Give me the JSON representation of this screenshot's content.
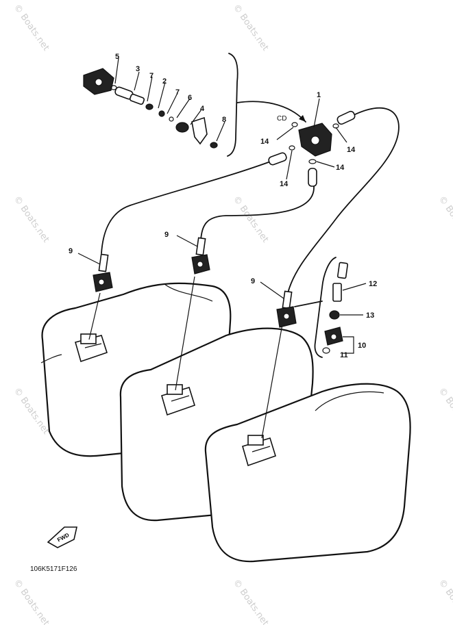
{
  "diagram_code": "106K5171F126",
  "watermark": "© Boats.net",
  "callouts": [
    {
      "id": "c1",
      "text": "1"
    },
    {
      "id": "c2",
      "text": "2"
    },
    {
      "id": "c3",
      "text": "3"
    },
    {
      "id": "c4",
      "text": "4"
    },
    {
      "id": "c5",
      "text": "5"
    },
    {
      "id": "c6",
      "text": "6"
    },
    {
      "id": "c7a",
      "text": "7"
    },
    {
      "id": "c7b",
      "text": "7"
    },
    {
      "id": "c8",
      "text": "8"
    },
    {
      "id": "c9a",
      "text": "9"
    },
    {
      "id": "c9b",
      "text": "9"
    },
    {
      "id": "c9c",
      "text": "9"
    },
    {
      "id": "c10",
      "text": "10"
    },
    {
      "id": "c11",
      "text": "11"
    },
    {
      "id": "c12",
      "text": "12"
    },
    {
      "id": "c13",
      "text": "13"
    },
    {
      "id": "c14a",
      "text": "14"
    },
    {
      "id": "c14b",
      "text": "14"
    },
    {
      "id": "c14c",
      "text": "14"
    },
    {
      "id": "c14d",
      "text": "14"
    }
  ],
  "fwd_arrow_label": "FWD",
  "inset_label": "CD"
}
